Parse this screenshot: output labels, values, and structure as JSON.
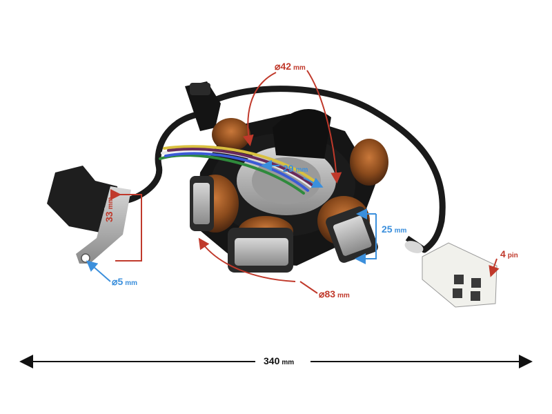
{
  "colors": {
    "red_annotation": "#c0392b",
    "blue_annotation": "#3b8fdc",
    "overall_dimension": "#111111"
  },
  "dimensions": {
    "d42": {
      "symbol": "⌀",
      "value": "42",
      "unit": "mm"
    },
    "d29": {
      "value": "29",
      "unit": "mm"
    },
    "d25": {
      "value": "25",
      "unit": "mm"
    },
    "d33": {
      "value": "33",
      "unit": "mm"
    },
    "d5": {
      "symbol": "⌀",
      "value": "5",
      "unit": "mm"
    },
    "d83": {
      "symbol": "⌀",
      "value": "83",
      "unit": "mm"
    },
    "pins": {
      "value": "4",
      "unit": "pin"
    },
    "total": {
      "value": "340",
      "unit": "mm"
    }
  }
}
